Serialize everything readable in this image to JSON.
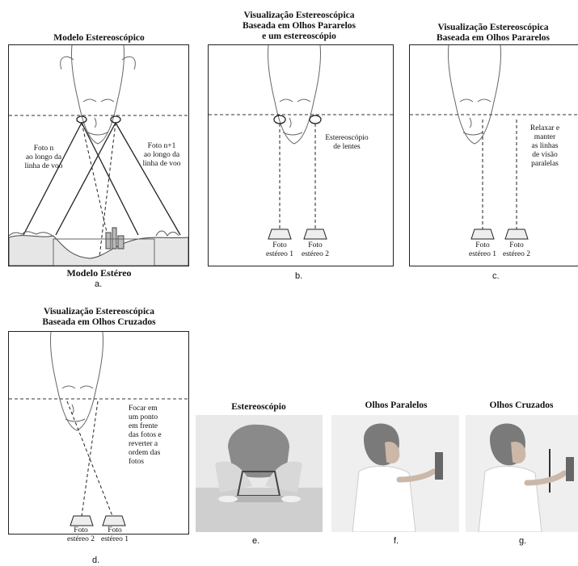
{
  "panel_a": {
    "title": "Modelo Estereoscópico",
    "left_note": "Foto n\nao longo da\nlinha de voo",
    "right_note": "Foto n+1\nao longo da\nlinha de voo",
    "bottom_label": "Modelo Estéreo",
    "caption": "a."
  },
  "panel_b": {
    "title": "Visualização Estereoscópica\nBaseada em Olhos Pararelos\ne um estereoscópio",
    "note": "Estereoscópio\nde lentes",
    "photo_left": "Foto\nestéreo 1",
    "photo_right": "Foto\nestéreo 2",
    "caption": "b."
  },
  "panel_c": {
    "title": "Visualização Estereoscópica\nBaseada em Olhos Pararelos",
    "note": "Relaxar e\nmanter\nas linhas\nde visão\nparalelas",
    "photo_left": "Foto\nestéreo 1",
    "photo_right": "Foto\nestéreo 2",
    "caption": "c."
  },
  "panel_d": {
    "title": "Visualização Estereoscópica\nBaseada em Olhos Cruzados",
    "note": "Focar em\num ponto\nem frente\ndas fotos e\nreverter a\nordem das\nfotos",
    "photo_left": "Foto\nestéreo 2",
    "photo_right": "Foto\nestéreo 1",
    "caption": "d."
  },
  "photo_e": {
    "title": "Estereoscópio",
    "caption": "e."
  },
  "photo_f": {
    "title": "Olhos Paralelos",
    "caption": "f."
  },
  "photo_g": {
    "title": "Olhos Cruzados",
    "caption": "g."
  }
}
